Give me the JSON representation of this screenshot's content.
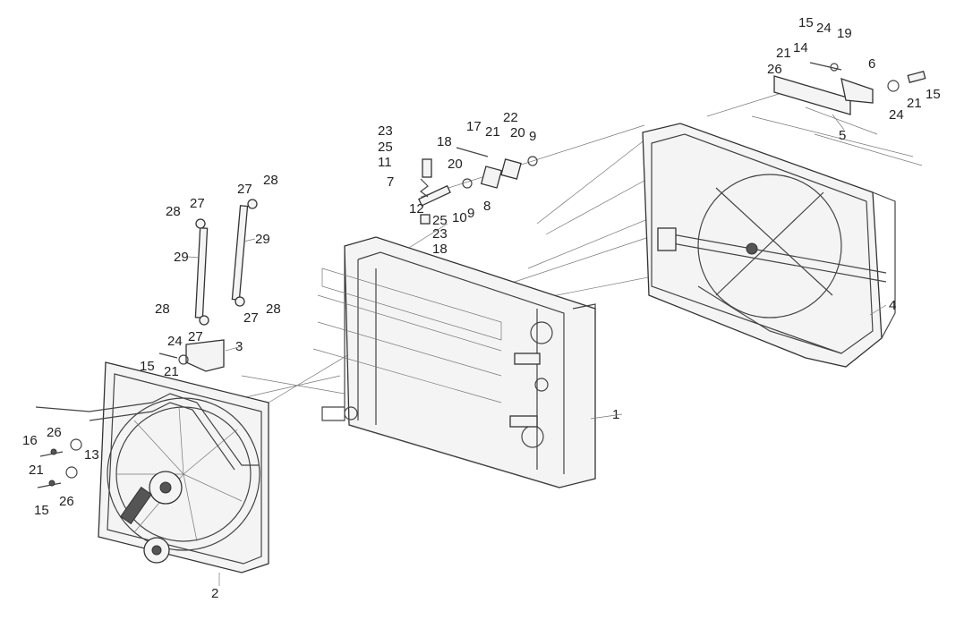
{
  "diagram": {
    "labels": [
      "15",
      "24",
      "19",
      "21",
      "14",
      "6",
      "26",
      "24",
      "21",
      "15",
      "5",
      "23",
      "17",
      "22",
      "21",
      "20",
      "9",
      "25",
      "18",
      "20",
      "11",
      "7",
      "8",
      "12",
      "9",
      "25",
      "10",
      "23",
      "18",
      "27",
      "28",
      "28",
      "27",
      "29",
      "29",
      "28",
      "28",
      "27",
      "24",
      "27",
      "3",
      "15",
      "21",
      "4",
      "1",
      "16",
      "26",
      "13",
      "21",
      "15",
      "26",
      "2"
    ],
    "colors": {
      "line": "#444444",
      "part": "#f4f4f4",
      "dark": "#555555"
    }
  }
}
